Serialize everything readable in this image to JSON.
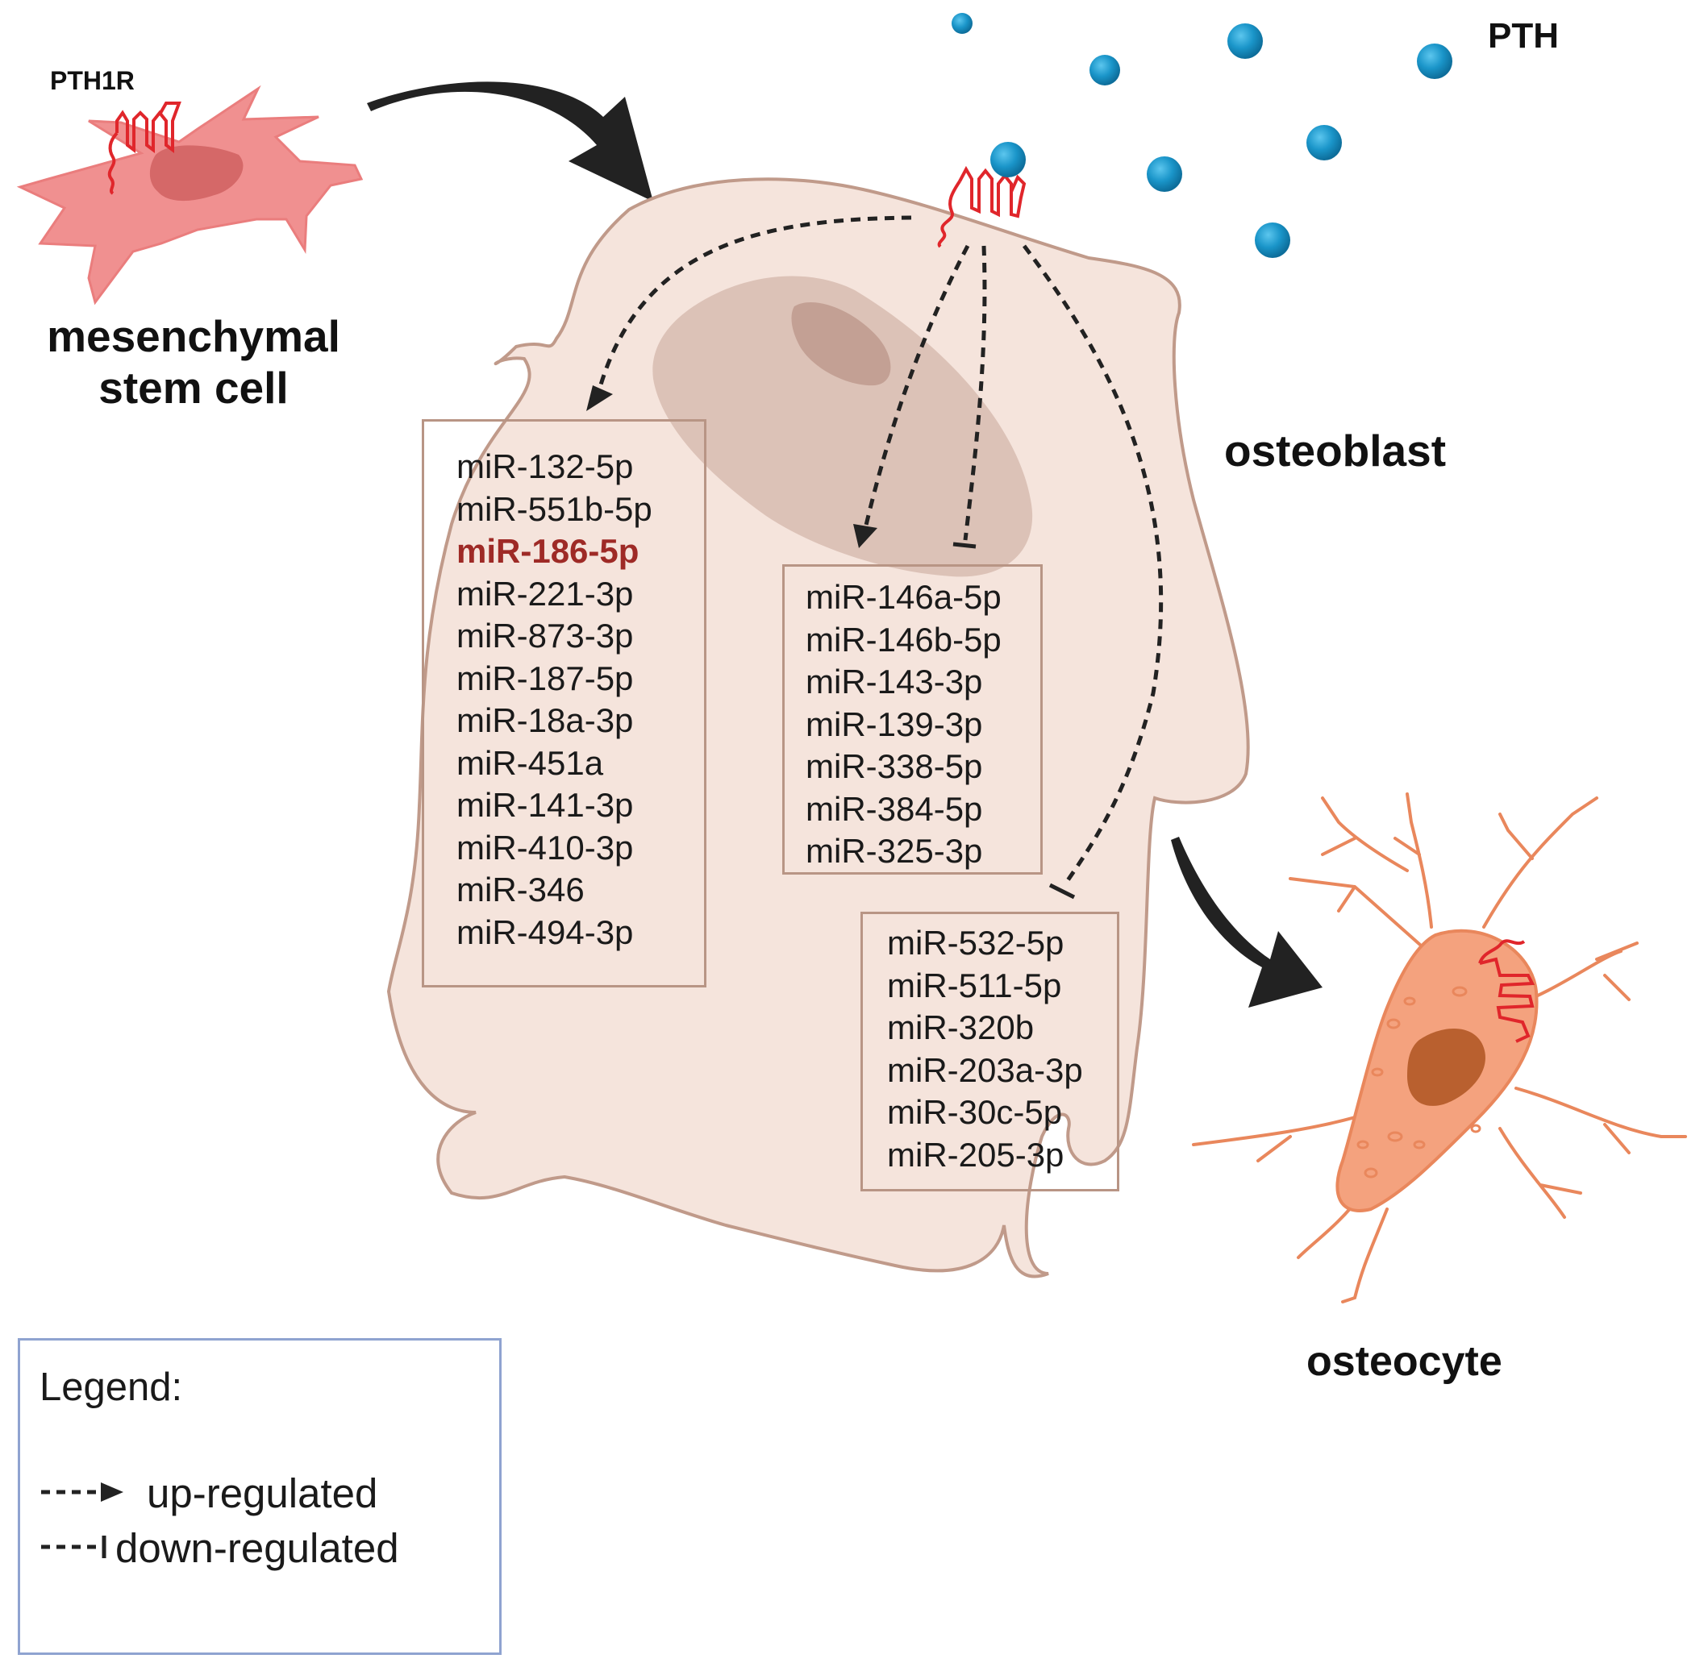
{
  "labels": {
    "pth1r": "PTH1R",
    "pth": "PTH",
    "msc": "mesenchymal\nstem cell",
    "osteoblast": "osteoblast",
    "osteocyte": "osteocyte"
  },
  "groups": {
    "left": {
      "regulation": "up-regulated",
      "items": [
        "miR-132-5p",
        "miR-551b-5p",
        "miR-186-5p",
        "miR-221-3p",
        "miR-873-3p",
        "miR-187-5p",
        "miR-18a-3p",
        "miR-451a",
        "miR-141-3p",
        "miR-410-3p",
        "miR-346",
        "miR-494-3p"
      ],
      "highlighted": "miR-186-5p"
    },
    "middle": {
      "regulation": "up-regulated and down-regulated",
      "items": [
        "miR-146a-5p",
        "miR-146b-5p",
        "miR-143-3p",
        "miR-139-3p",
        "miR-338-5p",
        "miR-384-5p",
        "miR-325-3p"
      ]
    },
    "right": {
      "regulation": "down-regulated",
      "items": [
        "miR-532-5p",
        "miR-511-5p",
        "miR-320b",
        "miR-203a-3p",
        "miR-30c-5p",
        "miR-205-3p"
      ]
    }
  },
  "legend": {
    "title": "Legend:",
    "up": "up-regulated",
    "down": "down-regulated"
  },
  "colors": {
    "highlight": "#9e2a26",
    "pth_ball": "#1a95c9",
    "receptor": "#e0262b",
    "msc_cell": "#f09090",
    "osteoblast_cell": "#f5e4dc",
    "osteocyte_cell": "#f4a27e",
    "legend_border": "#8fa3d0"
  }
}
